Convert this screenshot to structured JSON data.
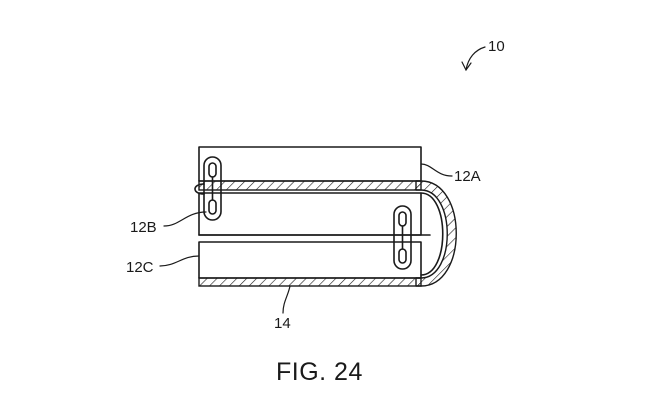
{
  "labels": {
    "device": "10",
    "segment_a": "12A",
    "segment_b": "12B",
    "segment_c": "12C",
    "wrap": "14"
  },
  "caption": "FIG. 24"
}
